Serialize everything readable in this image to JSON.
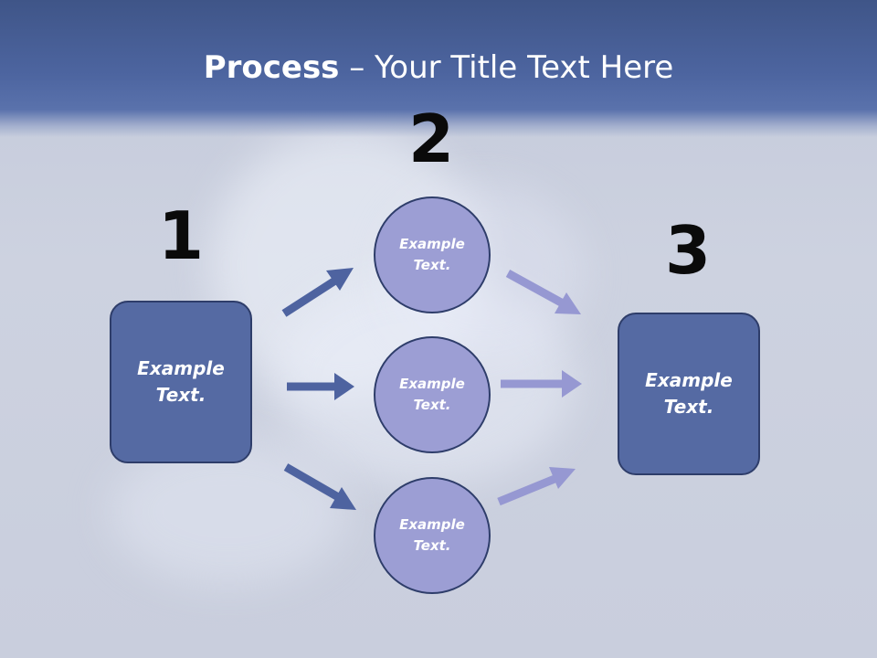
{
  "title": {
    "bold": "Process",
    "rest": " – Your Title Text Here"
  },
  "steps": [
    {
      "number": "1",
      "label": "Example\nText."
    },
    {
      "number": "2"
    },
    {
      "number": "3",
      "label": "Example\nText."
    }
  ],
  "circles": [
    {
      "label": "Example\nText."
    },
    {
      "label": "Example\nText."
    },
    {
      "label": "Example\nText."
    }
  ],
  "colors": {
    "box_fill": "#556aa3",
    "circle_fill": "#9c9ed4",
    "arrow_dark": "#4e63a0",
    "arrow_light": "#9698d2"
  }
}
